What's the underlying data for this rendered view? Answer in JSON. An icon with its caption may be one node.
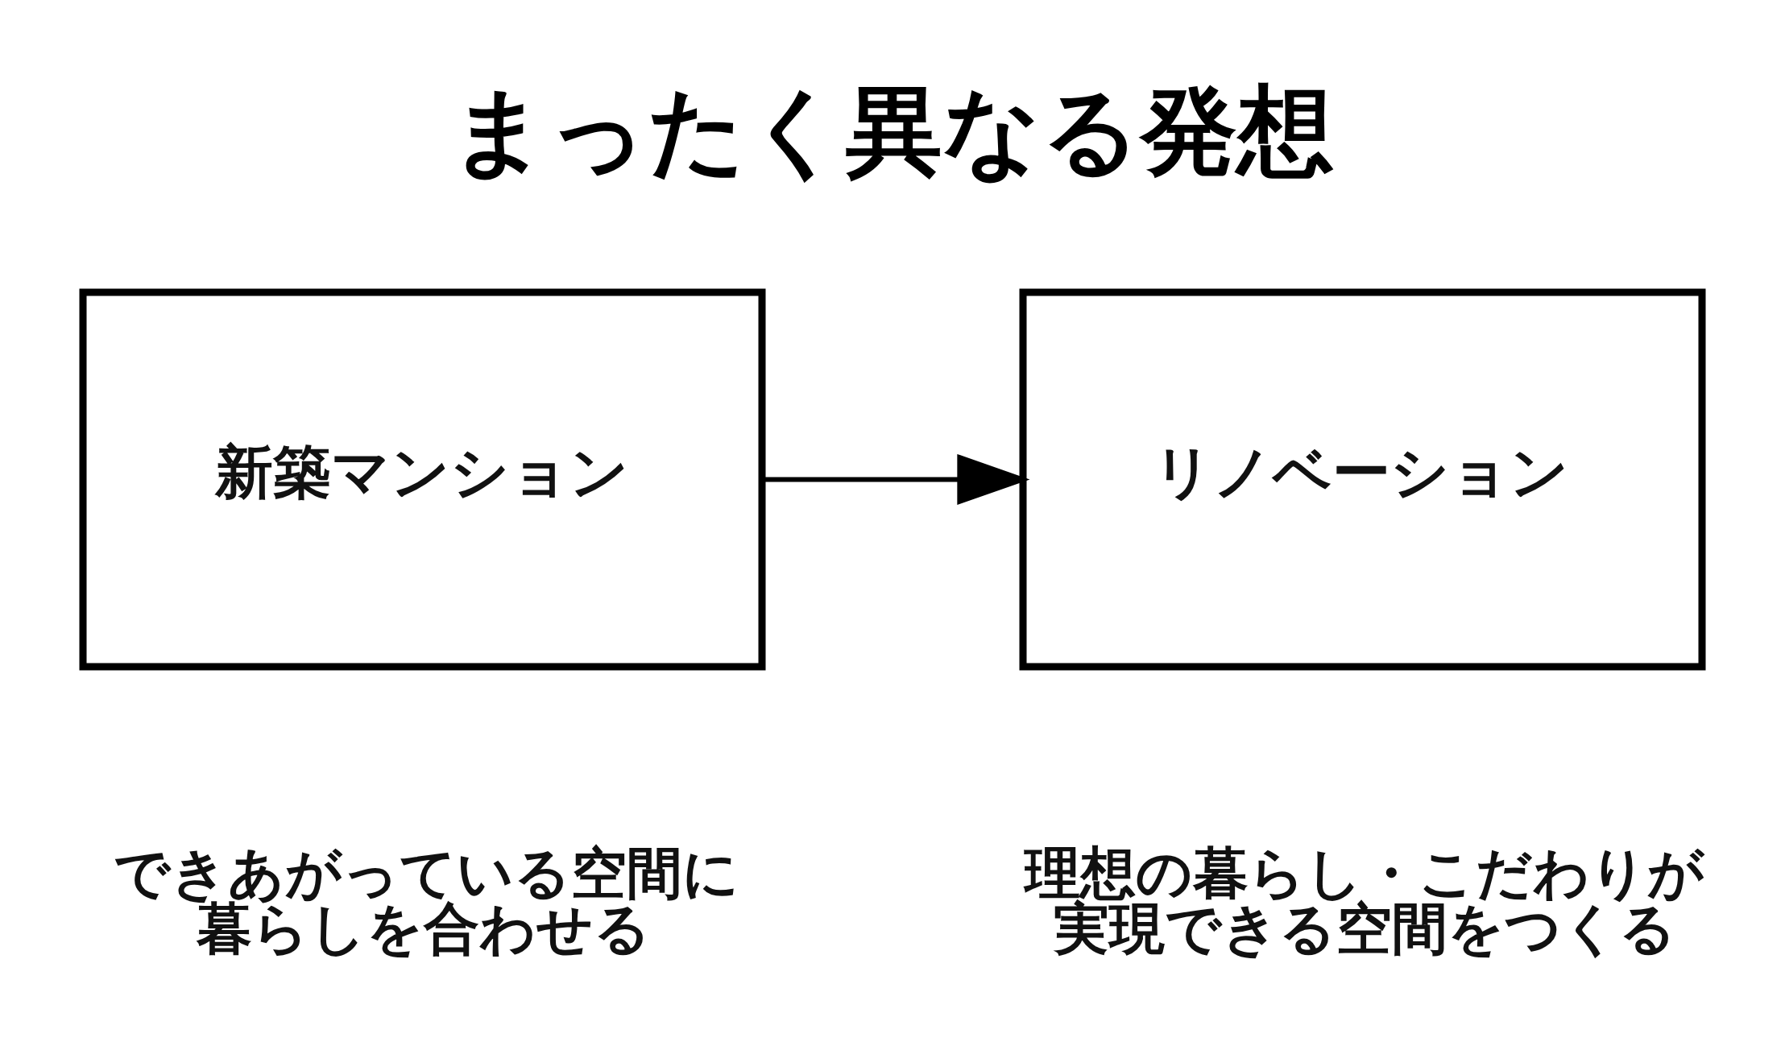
{
  "diagram": {
    "title": "まったく異なる発想",
    "nodes": [
      {
        "text": [
          "新築マンション"
        ],
        "beside": [
          "できあがっている空間に暮らしを合わせる"
        ]
      },
      {
        "text": [
          "リノベーション"
        ],
        "beside": [
          "理想の暮らし・こだわりが実現できる空間をつくる"
        ]
      }
    ],
    "edges": [
      {
        "from": 0,
        "to": 1,
        "arrow": "to"
      }
    ]
  }
}
